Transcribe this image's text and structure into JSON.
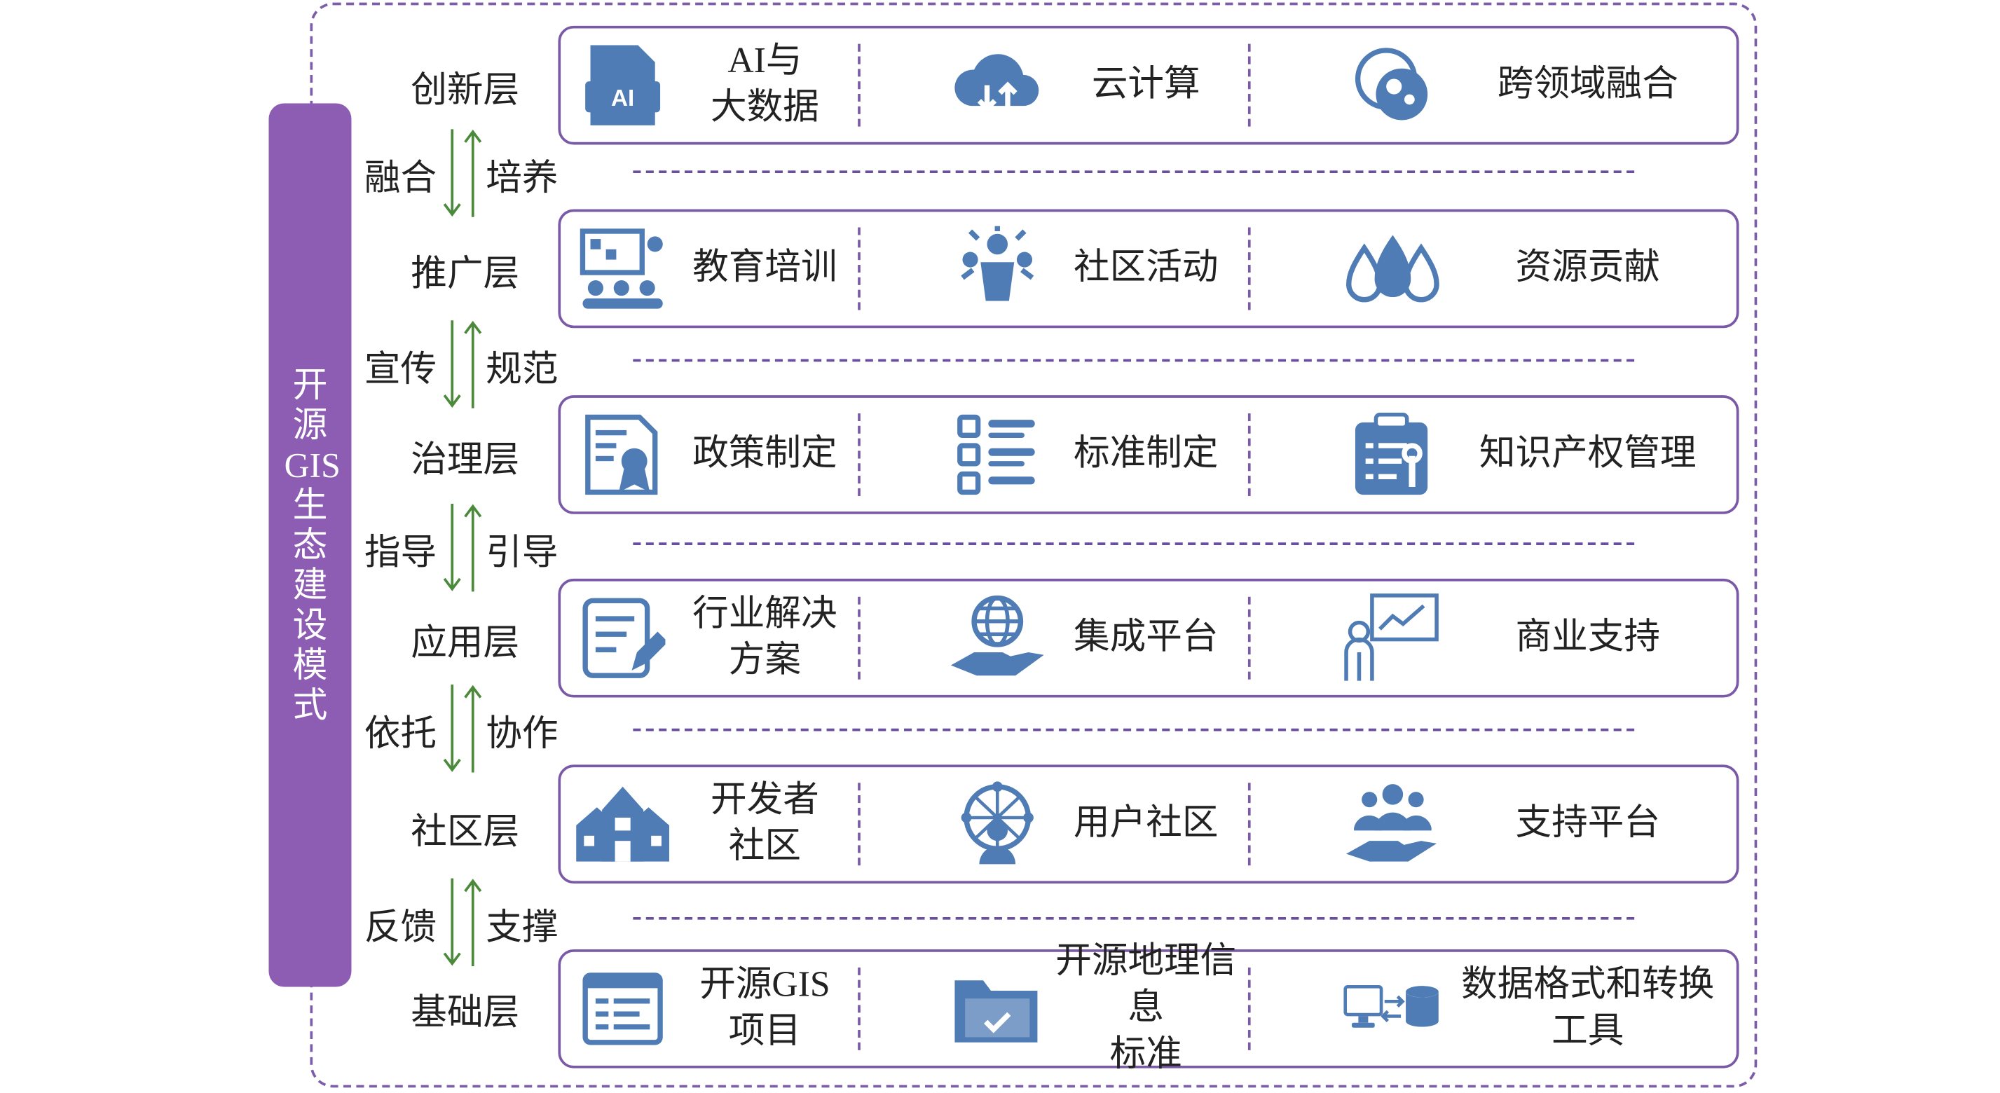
{
  "title": "开源GIS生态建设模式",
  "colors": {
    "accent_purple": "#8c5db3",
    "border_purple": "#7a5aa6",
    "icon_blue": "#4f7cb5",
    "arrow_green": "#4a8a3a"
  },
  "layers": [
    {
      "name": "创新层",
      "items": [
        {
          "icon": "ai-document-icon",
          "label": "AI与\n大数据"
        },
        {
          "icon": "cloud-computing-icon",
          "label": "云计算"
        },
        {
          "icon": "cross-domain-icon",
          "label": "跨领域融合"
        }
      ]
    },
    {
      "name": "推广层",
      "items": [
        {
          "icon": "training-icon",
          "label": "教育培训"
        },
        {
          "icon": "community-activity-icon",
          "label": "社区活动"
        },
        {
          "icon": "water-drops-icon",
          "label": "资源贡献"
        }
      ]
    },
    {
      "name": "治理层",
      "items": [
        {
          "icon": "policy-certificate-icon",
          "label": "政策制定"
        },
        {
          "icon": "list-icon",
          "label": "标准制定"
        },
        {
          "icon": "clipboard-wrench-icon",
          "label": "知识产权管理"
        }
      ]
    },
    {
      "name": "应用层",
      "items": [
        {
          "icon": "document-edit-icon",
          "label": "行业解决\n方案"
        },
        {
          "icon": "globe-hand-icon",
          "label": "集成平台"
        },
        {
          "icon": "presentation-chart-icon",
          "label": "商业支持"
        }
      ]
    },
    {
      "name": "社区层",
      "items": [
        {
          "icon": "houses-icon",
          "label": "开发者\n社区"
        },
        {
          "icon": "network-head-icon",
          "label": "用户社区"
        },
        {
          "icon": "people-hand-icon",
          "label": "支持平台"
        }
      ]
    },
    {
      "name": "基础层",
      "items": [
        {
          "icon": "code-window-icon",
          "label": "开源GIS\n项目"
        },
        {
          "icon": "folder-check-icon",
          "label": "开源地理信息\n标准"
        },
        {
          "icon": "monitor-database-icon",
          "label": "数据格式和转换\n工具"
        }
      ]
    }
  ],
  "connectors": [
    {
      "down": "融合",
      "up": "培养"
    },
    {
      "down": "宣传",
      "up": "规范"
    },
    {
      "down": "指导",
      "up": "引导"
    },
    {
      "down": "依托",
      "up": "协作"
    },
    {
      "down": "反馈",
      "up": "支撑"
    }
  ]
}
